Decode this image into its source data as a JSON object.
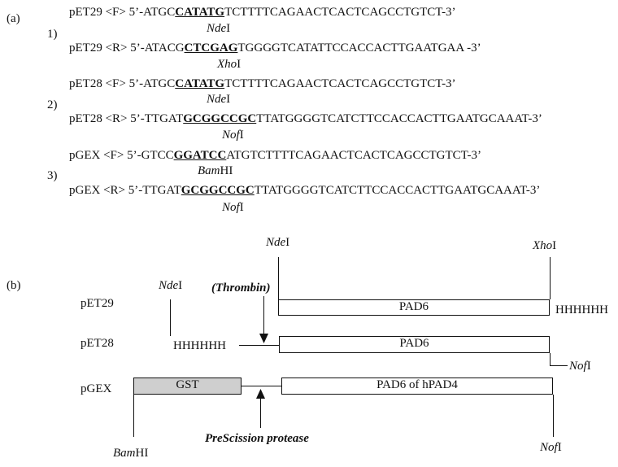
{
  "panel_a": {
    "label": "(a)",
    "group_labels": [
      "1)",
      "2)",
      "3)"
    ],
    "primers": [
      {
        "name": "pET29 <F>",
        "prefix": "5’-ATGC",
        "site": "CATATG",
        "suffix": "TCTTTTCAGAACTCACTCAGCCTGTCT-3’",
        "enzyme_italic": "Nde",
        "enzyme_plain": "I"
      },
      {
        "name": "pET29 <R>",
        "prefix": "5’-ATACG",
        "site": "CTCGAG",
        "suffix": "TGGGGTCATATTCCACCACTTGAATGAA -3’",
        "enzyme_italic": "Xho",
        "enzyme_plain": "I"
      },
      {
        "name": "pET28 <F>",
        "prefix": "5’-ATGC",
        "site": "CATATG",
        "suffix": "TCTTTTCAGAACTCACTCAGCCTGTCT-3’",
        "enzyme_italic": "Nde",
        "enzyme_plain": "I"
      },
      {
        "name": "pET28 <R>",
        "prefix": "5’-TTGAT",
        "site": "GCGGCCGC",
        "suffix": "TTATGGGGTCATCTTCCACCACTTGAATGCAAAT-3’",
        "enzyme_italic": "Nof",
        "enzyme_plain": "I"
      },
      {
        "name": "pGEX <F>",
        "prefix": "5’-GTCC",
        "site": "GGATCC",
        "suffix": "ATGTCTTTTCAGAACTCACTCAGCCTGTCT-3’",
        "enzyme_italic": "Bam",
        "enzyme_plain": "HI"
      },
      {
        "name": "pGEX <R>",
        "prefix": "5’-TTGAT",
        "site": "GCGGCCGC",
        "suffix": "TTATGGGGTCATCTTCCACCACTTGAATGCAAAT-3’",
        "enzyme_italic": "Nof",
        "enzyme_plain": "I"
      }
    ]
  },
  "panel_b": {
    "label": "(b)",
    "vectors": [
      "pET29",
      "pET28",
      "pGEX"
    ],
    "ndel_top": {
      "italic": "Nde",
      "plain": "I"
    },
    "xhol_top": {
      "italic": "Xho",
      "plain": "I"
    },
    "ndel_left": {
      "italic": "Nde",
      "plain": "I"
    },
    "thrombin": "(Thrombin)",
    "pad6_label": "PAD6",
    "his_tag": "HHHHHH",
    "nofl_mid": {
      "italic": "Nof",
      "plain": "I"
    },
    "gst_label": "GST",
    "pad6_hpad4_label": "PAD6 of hPAD4",
    "bamhi": {
      "italic": "Bam",
      "plain": "HI"
    },
    "prescission": "PreScission protease",
    "nofl_bottom": {
      "italic": "Nof",
      "plain": "I"
    },
    "colors": {
      "gst_fill": "#cfcfcf",
      "line": "#111111"
    }
  }
}
